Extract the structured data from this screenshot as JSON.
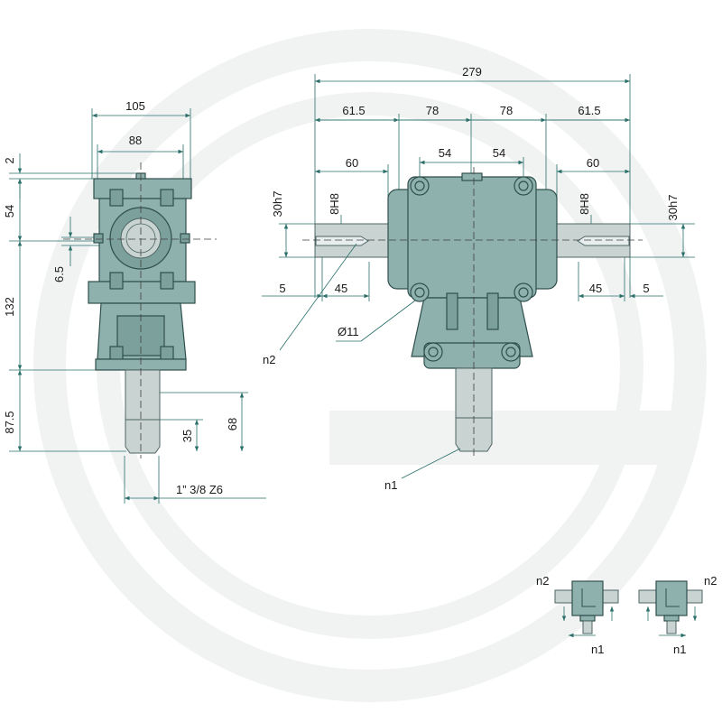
{
  "colors": {
    "housing": "#8fb1ad",
    "housing_dark": "#7ca19d",
    "shaft": "#c8d3d2",
    "dimension_line": "#2a6f6a",
    "watermark": "#f1f3f3"
  },
  "side_view": {
    "dims": {
      "width_total": "105",
      "width_inner": "88",
      "top_gap": "2",
      "upper_height": "54",
      "lower_height": "132",
      "keyway": "6.5",
      "shaft_length": "87.5",
      "spline_height": "68",
      "spline_part": "35",
      "spline_spec": "1” 3/8 Z6"
    }
  },
  "front_view": {
    "dims": {
      "overall": "279",
      "left_outer": "61.5",
      "left_inner": "78",
      "right_inner": "78",
      "right_outer": "61.5",
      "bolt_left": "54",
      "bolt_right": "54",
      "shaft_left_len": "60",
      "shaft_right_len": "60",
      "shaft_left_dia": "30h7",
      "shaft_right_dia": "30h7",
      "bore_left": "8H8",
      "bore_right": "8H8",
      "left_offset": "5",
      "left_key": "45",
      "right_key": "45",
      "right_offset": "5",
      "hole": "Ø11",
      "label_n2": "n2",
      "label_n1": "n1"
    }
  },
  "rotation_diagrams": [
    {
      "label_n2": "n2",
      "label_n1": "n1"
    },
    {
      "label_n2": "n2",
      "label_n1": "n1"
    }
  ]
}
